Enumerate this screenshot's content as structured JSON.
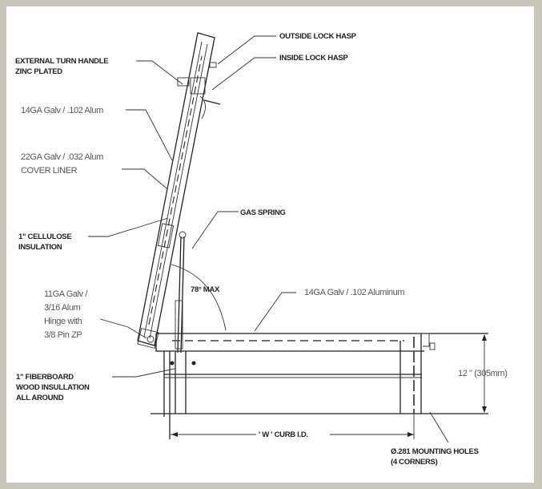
{
  "labels": {
    "outside_lock_hasp": "OUTSIDE LOCK HASP",
    "inside_lock_hasp": "INSIDE LOCK HASP",
    "turn_handle_1": "EXTERNAL TURN HANDLE",
    "turn_handle_2": "ZINC PLATED",
    "cover_14ga": "14GA Galv / .102 Alum",
    "liner_1": "22GA Galv / .032 Alum",
    "liner_2": "COVER LINER",
    "gas_spring": "GAS SPRING",
    "cellulose_1": "1\" CELLULOSE",
    "cellulose_2": "INSULATION",
    "angle": "78° MAX",
    "curb_14ga": "14GA Galv / .102 Aluminum",
    "hinge_1": "11GA Galv /",
    "hinge_2": "3/16 Alum",
    "hinge_3": "Hinge with",
    "hinge_4": "3/8 Pin ZP",
    "fiberboard_1": "1\" FIBERBOARD",
    "fiberboard_2": "WOOD INSULLATION",
    "fiberboard_3": "ALL AROUND",
    "height_dim": "12 \" (305mm)",
    "width_dim": "' W ' CURB I.D.",
    "holes_1": "Ø.281 MOUNTING HOLES",
    "holes_2": "(4 CORNERS)"
  }
}
